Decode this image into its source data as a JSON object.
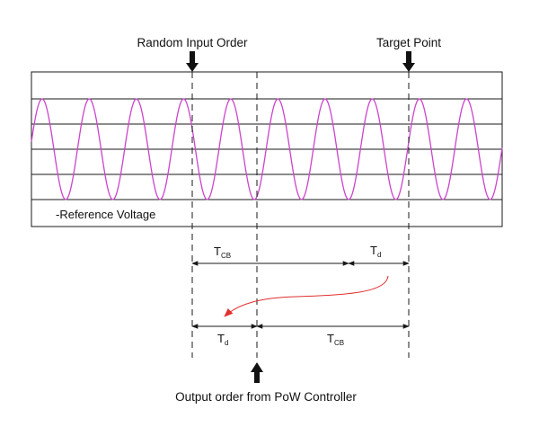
{
  "labels": {
    "random_input_order": "Random Input Order",
    "target_point": "Target Point",
    "reference_voltage": "-Reference Voltage",
    "output_order": "Output order from PoW Controller"
  },
  "intervals": {
    "tcb_main": "T",
    "tcb_sub": "CB",
    "td_main": "T",
    "td_sub": "d"
  },
  "colors": {
    "waveform": "#cc44cc",
    "curved_arrow": "#e03030",
    "lines": "#1a1a1a"
  }
}
